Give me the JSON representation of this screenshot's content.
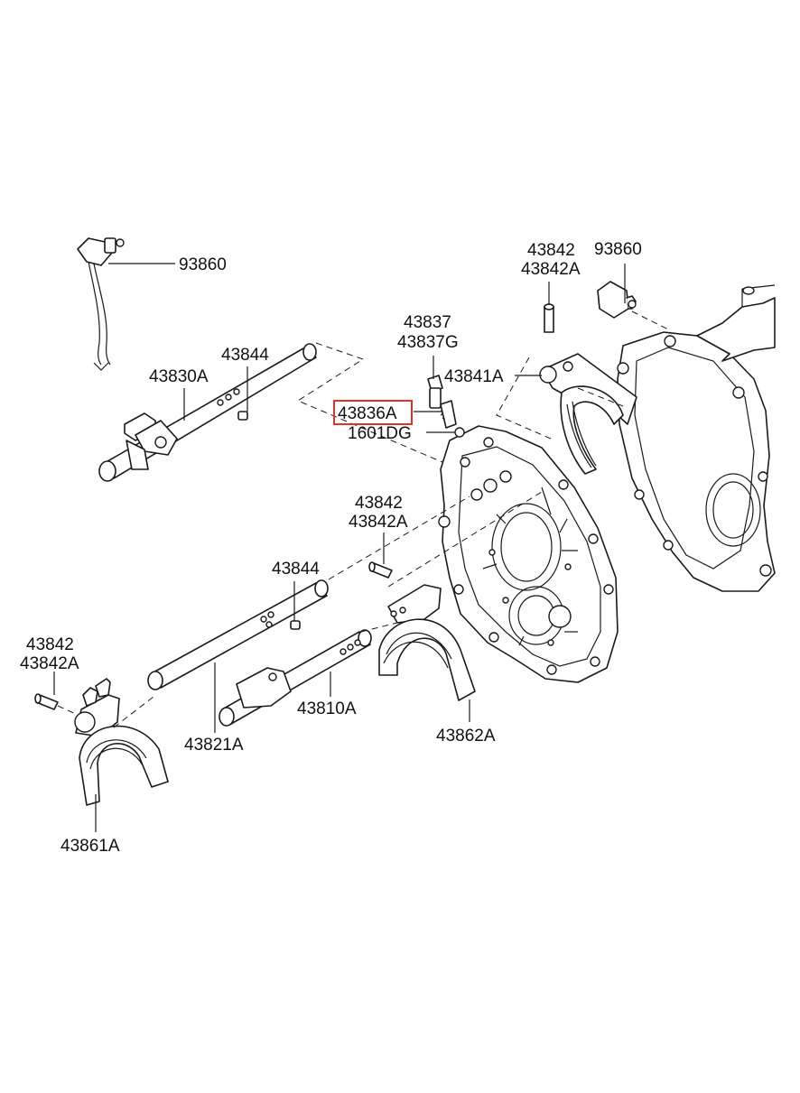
{
  "highlight_color": "#e0312b",
  "callouts": {
    "c93860_left": "93860",
    "c93860_right": "93860",
    "c43842_top": "43842",
    "c43842A_top": "43842A",
    "c43837": "43837",
    "c43837G": "43837G",
    "c43844_top": "43844",
    "c43830A": "43830A",
    "c43841A": "43841A",
    "c43836A": "43836A",
    "c1601DG": "1601DG",
    "c43842_mid": "43842",
    "c43842A_mid": "43842A",
    "c43844_mid": "43844",
    "c43842_left": "43842",
    "c43842A_left": "43842A",
    "c43821A": "43821A",
    "c43810A": "43810A",
    "c43862A": "43862A",
    "c43861A": "43861A"
  }
}
